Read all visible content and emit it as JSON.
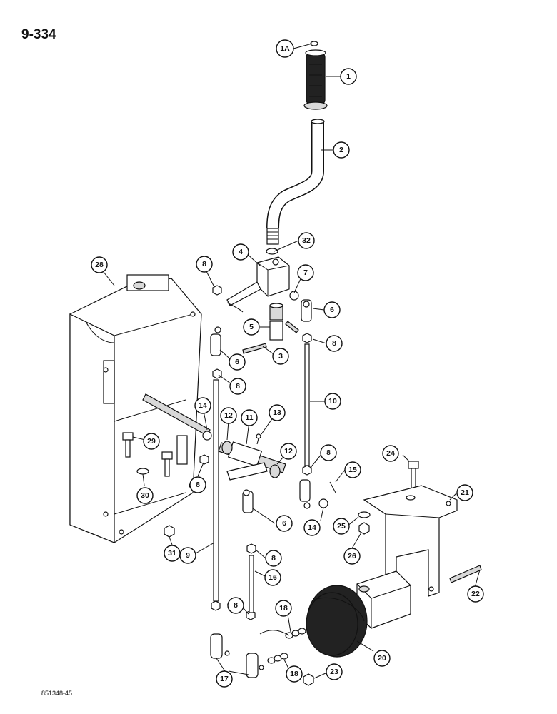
{
  "page_label": "9-334",
  "drawing_code": "851348-45",
  "callouts": [
    "1A",
    "1",
    "2",
    "32",
    "4",
    "8",
    "7",
    "6",
    "28",
    "5",
    "3",
    "6",
    "8",
    "8",
    "10",
    "14",
    "12",
    "11",
    "13",
    "12",
    "8",
    "15",
    "24",
    "21",
    "29",
    "30",
    "8",
    "6",
    "14",
    "25",
    "26",
    "31",
    "9",
    "8",
    "16",
    "22",
    "8",
    "18",
    "20",
    "18",
    "23",
    "17"
  ]
}
